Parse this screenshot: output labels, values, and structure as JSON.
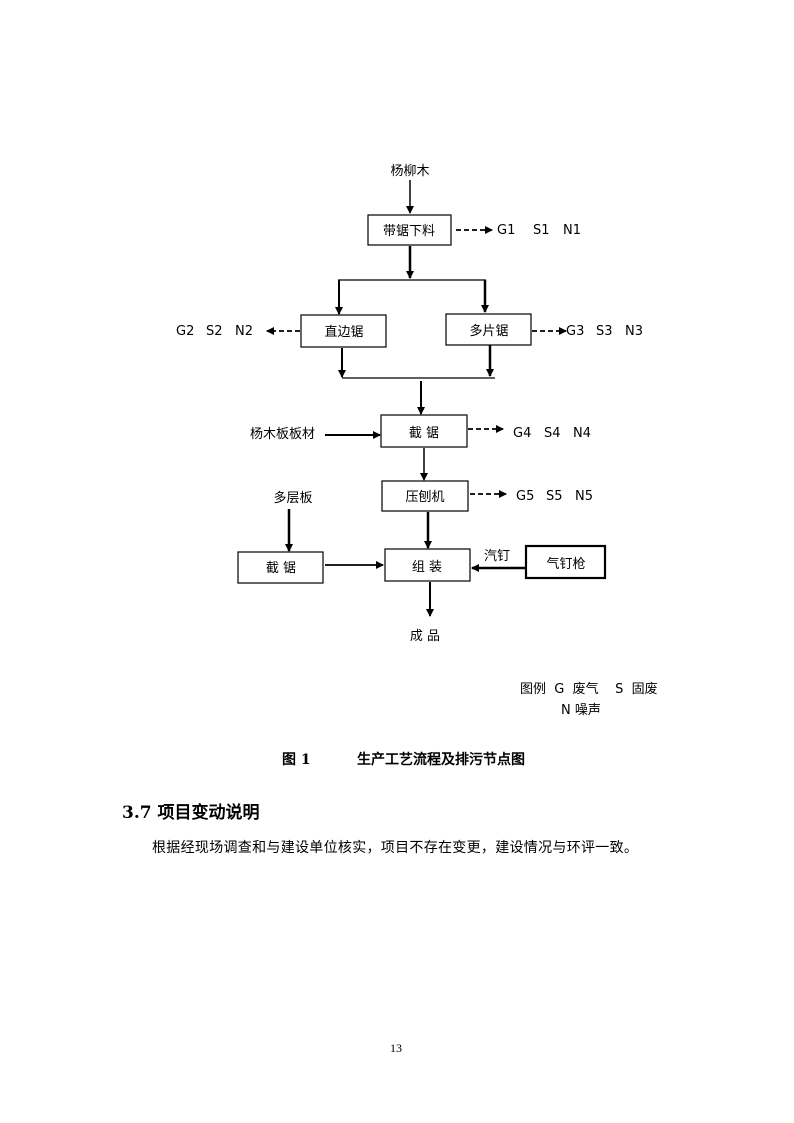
{
  "flowchart": {
    "input_raw": "杨柳木",
    "step_band_saw": "带锯下料",
    "out_1": [
      "G1",
      "S1",
      "N1"
    ],
    "step_edge_saw": "直边锯",
    "out_2": [
      "G2",
      "S2",
      "N2"
    ],
    "step_multi_saw": "多片锯",
    "out_3": [
      "G3",
      "S3",
      "N3"
    ],
    "input_poplar_board": "杨木板板材",
    "step_cut_saw": "截 锯",
    "out_4": [
      "G4",
      "S4",
      "N4"
    ],
    "step_planer": "压刨机",
    "out_5": [
      "G5",
      "S5",
      "N5"
    ],
    "input_plywood": "多层板",
    "step_cut_saw_2": "截 锯",
    "step_assembly": "组 装",
    "nail_label": "汽钉",
    "step_nail_gun": "气钉枪",
    "product": "成 品",
    "legend_line1": "图例  G  废气    S  固废",
    "legend_line2": "N 噪声"
  },
  "caption": {
    "number": "图 1",
    "title": "生产工艺流程及排污节点图"
  },
  "section": {
    "heading": "3.7  项目变动说明",
    "paragraph": "根据经现场调查和与建设单位核实，项目不存在变更，建设情况与环评一致。"
  },
  "page_number": "13"
}
